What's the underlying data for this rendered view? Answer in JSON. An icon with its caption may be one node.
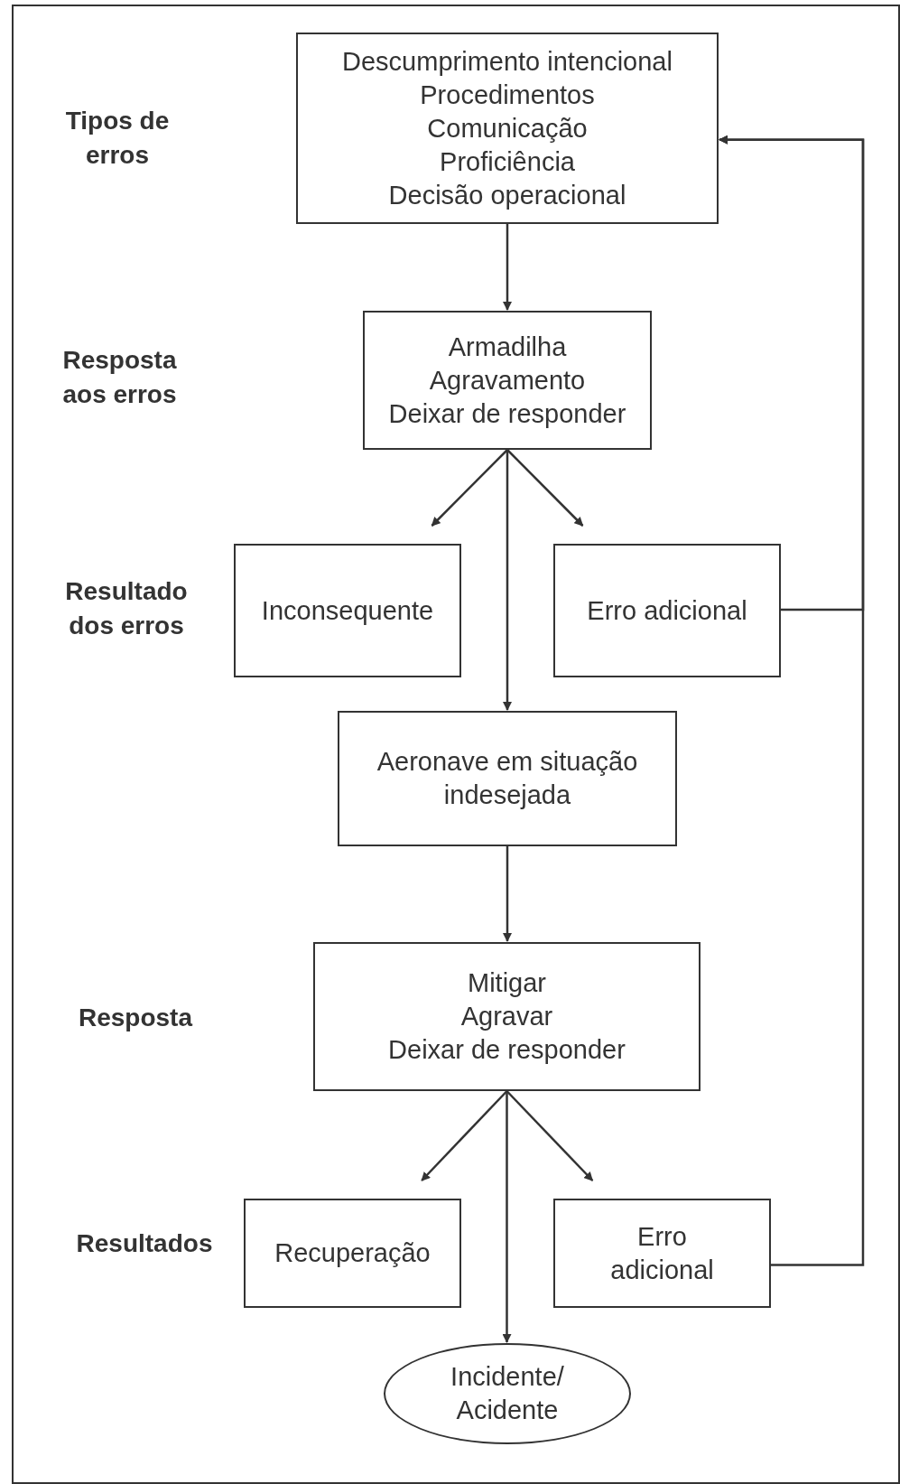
{
  "diagram": {
    "nodes": [
      {
        "text": [
          "Descumprimento intencional",
          "Procedimentos",
          "Comunicação",
          "Proficiência",
          "Decisão operacional"
        ]
      },
      {
        "text": [
          "Armadilha",
          "Agravamento",
          "Deixar de responder"
        ]
      },
      {
        "text": [
          "Inconsequente"
        ]
      },
      {
        "text": [
          "Erro adicional"
        ]
      },
      {
        "text": [
          "Aeronave em situação indesejada"
        ]
      },
      {
        "text": [
          "Mitigar",
          "Agravar",
          "Deixar de responder"
        ]
      },
      {
        "text": [
          "Recuperação"
        ]
      },
      {
        "text": [
          "Erro adicional"
        ]
      },
      {
        "text": [
          "Incidente/ Acidente"
        ]
      }
    ],
    "edges": [
      {
        "from": 0,
        "to": 1,
        "arrow": "to"
      },
      {
        "from": 1,
        "to": 2,
        "arrow": "to"
      },
      {
        "from": 1,
        "to": 3,
        "arrow": "to"
      },
      {
        "from": 1,
        "to": 4,
        "arrow": "to"
      },
      {
        "from": 4,
        "to": 5,
        "arrow": "to"
      },
      {
        "from": 3,
        "to": 0,
        "arrow": "to"
      },
      {
        "from": 5,
        "to": 6,
        "arrow": "to"
      },
      {
        "from": 5,
        "to": 7,
        "arrow": "to"
      },
      {
        "from": 5,
        "to": 8,
        "arrow": "to"
      },
      {
        "from": 7,
        "to": 0,
        "arrow": "to"
      }
    ],
    "labels": [
      "Tipos de erros",
      "Resposta aos erros",
      "Resultado dos erros",
      "Resposta",
      "Resultados"
    ]
  }
}
